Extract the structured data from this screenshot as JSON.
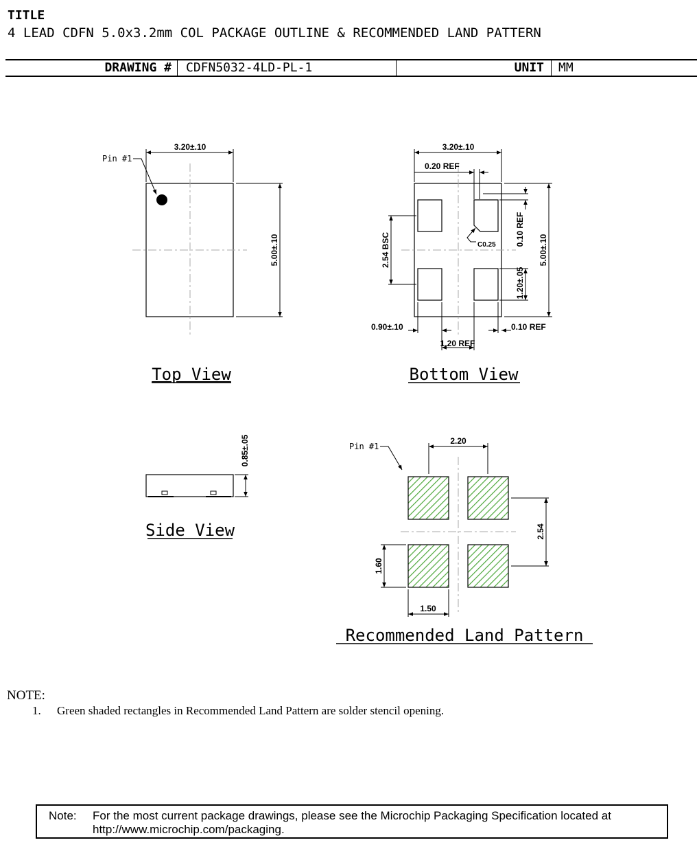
{
  "title": {
    "label": "TITLE",
    "text": "4 LEAD CDFN 5.0x3.2mm COL PACKAGE OUTLINE & RECOMMENDED LAND PATTERN"
  },
  "header": {
    "drawing_label": "DRAWING #",
    "drawing_number": "CDFN5032-4LD-PL-1",
    "unit_label": "UNIT",
    "unit_value": "MM"
  },
  "top_view": {
    "caption": "Top View",
    "pin_label": "Pin #1",
    "width_dim": "3.20±.10",
    "height_dim": "5.00±.10"
  },
  "bottom_view": {
    "caption": "Bottom View",
    "width_dim": "3.20±.10",
    "offset_ref": "0.20 REF",
    "height_dim": "5.00±.10",
    "top_ref": "0.10 REF",
    "chamfer": "C0.25",
    "pitch_bsc": "2.54 BSC",
    "pad_height": "1.20±.05",
    "pad_width": "0.90±.10",
    "gap_ref": "1.20 REF",
    "edge_ref": "0.10 REF"
  },
  "side_view": {
    "caption": "Side View",
    "thickness": "0.85±.05"
  },
  "land_pattern": {
    "caption": "Recommended Land Pattern",
    "pin_label": "Pin #1",
    "pitch_x": "2.20",
    "pitch_y": "2.54",
    "pad_height": "1.60",
    "pad_width": "1.50",
    "hatch_color": "#4fa83d"
  },
  "notes": {
    "title": "NOTE:",
    "items": [
      {
        "num": "1.",
        "text": "Green shaded rectangles in Recommended Land Pattern are solder stencil opening."
      }
    ]
  },
  "footer": {
    "label": "Note:",
    "line1": "For the most current package drawings, please see the Microchip Packaging Specification located at",
    "line2": "http://www.microchip.com/packaging."
  }
}
